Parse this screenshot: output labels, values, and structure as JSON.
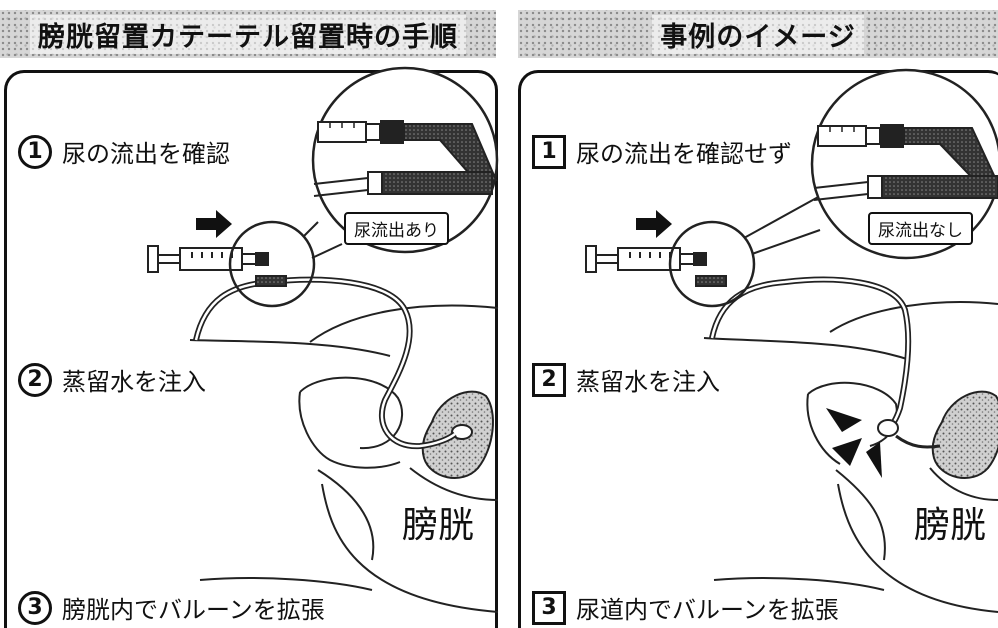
{
  "left": {
    "header": "膀胱留置カテーテル留置時の手順",
    "step1": {
      "num": "1",
      "text": "尿の流出を確認"
    },
    "step2": {
      "num": "2",
      "text": "蒸留水を注入"
    },
    "step3": {
      "num": "3",
      "text": "膀胱内でバルーンを拡張"
    },
    "callout": "尿流出あり",
    "organ": "膀胱"
  },
  "right": {
    "header": "事例のイメージ",
    "step1": {
      "num": "1",
      "text": "尿の流出を確認せず"
    },
    "step2": {
      "num": "2",
      "text": "蒸留水を注入"
    },
    "step3": {
      "num": "3",
      "text": "尿道内でバルーンを拡張"
    },
    "callout": "尿流出なし",
    "organ": "膀胱"
  }
}
